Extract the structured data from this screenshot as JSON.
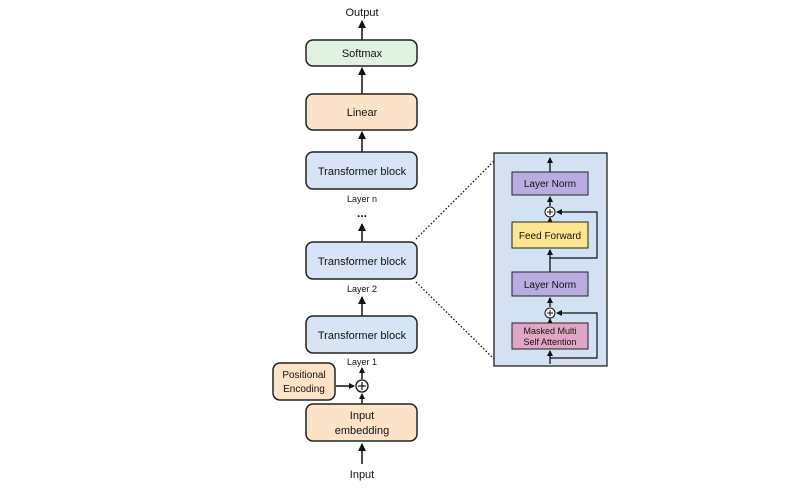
{
  "main_stack": {
    "output_label": "Output",
    "softmax": "Softmax",
    "linear": "Linear",
    "transformer_block_top": "Transformer block",
    "layer_n": "Layer n",
    "ellipsis": "...",
    "transformer_block_mid": "Transformer block",
    "layer_2": "Layer 2",
    "transformer_block_bottom": "Transformer block",
    "layer_1": "Layer 1",
    "positional_encoding_line1": "Positional",
    "positional_encoding_line2": "Encoding",
    "input_embedding_line1": "Input",
    "input_embedding_line2": "embedding",
    "input_label": "Input"
  },
  "detail_panel": {
    "layer_norm_top": "Layer Norm",
    "feed_forward": "Feed Forward",
    "layer_norm_bottom": "Layer Norm",
    "attention_line1": "Masked Multi",
    "attention_line2": "Self Attention"
  },
  "colors": {
    "softmax_fill": "#dff3e0",
    "linear_fill": "#fde3c8",
    "block_fill": "#d6e4f5",
    "embedding_fill": "#fde3c8",
    "panel_fill": "#d3e2f2",
    "layer_norm_fill": "#b9ace0",
    "feed_forward_fill": "#fde690",
    "attention_fill": "#e0a7c4"
  }
}
